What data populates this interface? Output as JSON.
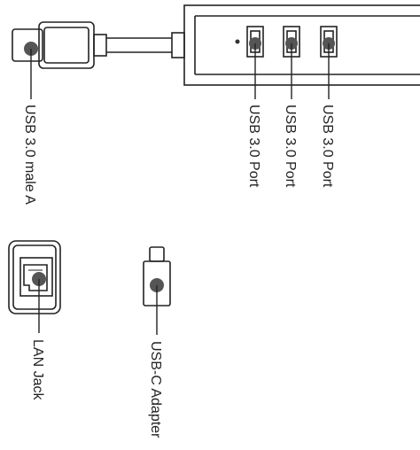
{
  "labels": {
    "usb_male_a": "USB 3.0 male A",
    "port_1": "USB 3.0 Port",
    "port_2": "USB 3.0 Port",
    "port_3": "USB 3.0 Port",
    "lan_jack": "LAN Jack",
    "usb_c_adapter": "USB-C Adapter"
  },
  "colors": {
    "stroke": "#222222",
    "callout_dot": "#555555",
    "background": "#ffffff"
  }
}
